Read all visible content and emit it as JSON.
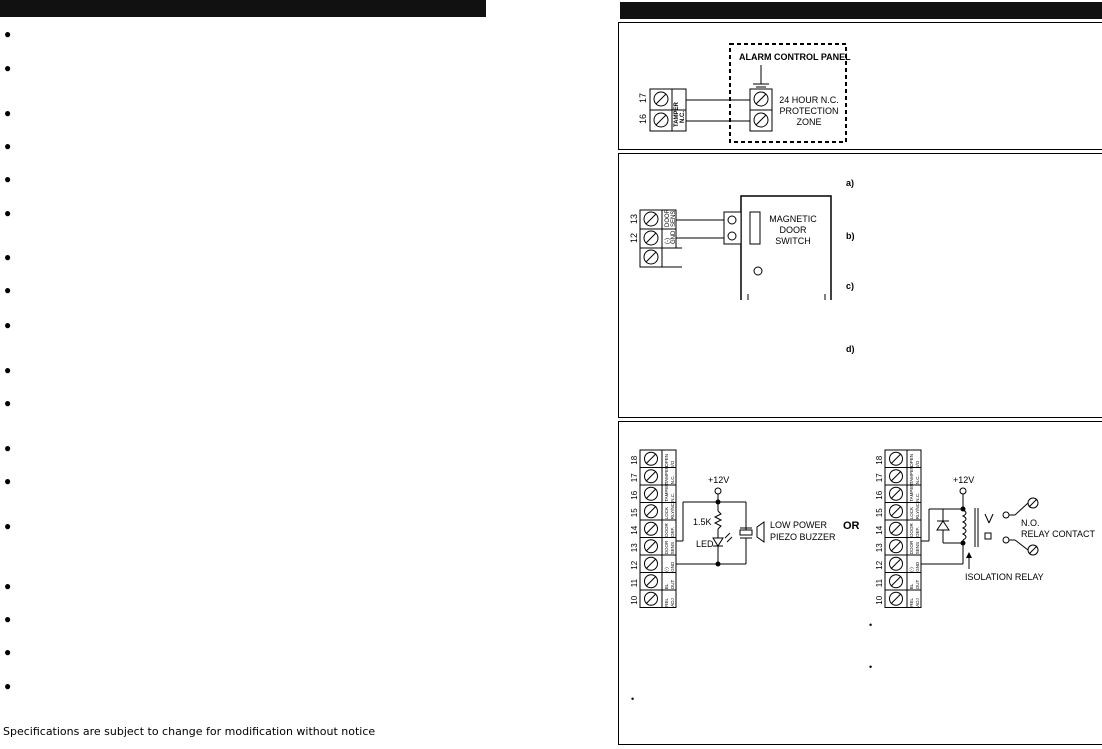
{
  "footer": "Specifications are subject to change for modification without notice",
  "diagram1": {
    "panel_title": "ALARM CONTROL PANEL",
    "zone_lines": [
      "24 HOUR N.C.",
      "PROTECTION",
      "ZONE"
    ],
    "term_nums": [
      "17",
      "16"
    ],
    "term_label": [
      "TAMPER",
      "N.C."
    ]
  },
  "diagram2": {
    "switch_lines": [
      "MAGNETIC",
      "DOOR",
      "SWITCH"
    ],
    "term_nums": [
      "13",
      "12"
    ],
    "term_labels": [
      [
        "DOOR",
        "SENS"
      ],
      [
        "(-)",
        "GND"
      ]
    ],
    "steps": [
      "a)",
      "b)",
      "c)",
      "d)"
    ]
  },
  "diagram3": {
    "term_nums": [
      "18",
      "17",
      "16",
      "15",
      "14",
      "13",
      "12",
      "11",
      "10"
    ],
    "term_labels": [
      [
        "OPEN",
        "I/O"
      ],
      [
        "TAMPER",
        "N.C."
      ],
      [
        "TAMPER",
        "N.C."
      ],
      [
        "LOCK",
        "RLY/NC"
      ],
      [
        "DOOR",
        "DEF."
      ],
      [
        "DOOR",
        "SENS"
      ],
      [
        "(-)",
        "GND"
      ],
      [
        "BL",
        "OUT"
      ],
      [
        "REL",
        "ADJ"
      ]
    ],
    "v12": "+12V",
    "resistor": "1.5K",
    "led": "LED",
    "buzzer_lines": [
      "LOW POWER",
      "PIEZO BUZZER"
    ],
    "or": "OR",
    "relay_contact_lines": [
      "N.O.",
      "RELAY CONTACT"
    ],
    "isolation_relay": "ISOLATION RELAY"
  }
}
